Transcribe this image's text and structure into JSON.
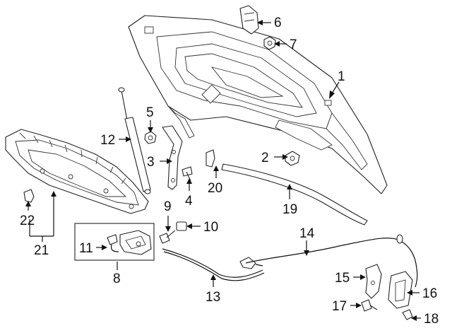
{
  "callouts": {
    "c1": "1",
    "c2": "2",
    "c3": "3",
    "c4": "4",
    "c5": "5",
    "c6": "6",
    "c7": "7",
    "c8": "8",
    "c9": "9",
    "c10": "10",
    "c11": "11",
    "c12": "12",
    "c13": "13",
    "c14": "14",
    "c15": "15",
    "c16": "16",
    "c17": "17",
    "c18": "18",
    "c19": "19",
    "c20": "20",
    "c21": "21",
    "c22": "22"
  },
  "parts": {
    "hood-panel": "hood-panel",
    "insulator-pad": "insulator-pad",
    "lift-support-strut": "lift-support-strut",
    "hood-hinge": "hood-hinge",
    "latch-assembly": "latch-assembly",
    "release-cable": "release-cable",
    "weatherstrip-seal": "weatherstrip-seal"
  }
}
